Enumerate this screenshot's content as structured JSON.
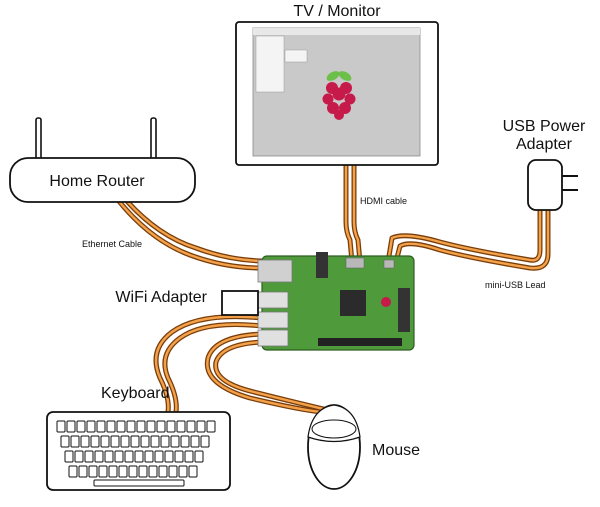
{
  "labels": {
    "tv": "TV / Monitor",
    "router": "Home Router",
    "usb_power_line1": "USB Power",
    "usb_power_line2": "Adapter",
    "wifi": "WiFi Adapter",
    "keyboard": "Keyboard",
    "mouse": "Mouse",
    "hdmi": "HDMI cable",
    "ethernet": "Ethernet Cable",
    "mini_usb": "mini-USB Lead"
  },
  "colors": {
    "cable_outer": "#7a3d0a",
    "cable_inner": "#f3a24a",
    "pcb": "#4f9a3a",
    "screen_bg": "#c9c9c9",
    "raspberry": "#c51a4a",
    "leaf": "#6cc04a"
  }
}
